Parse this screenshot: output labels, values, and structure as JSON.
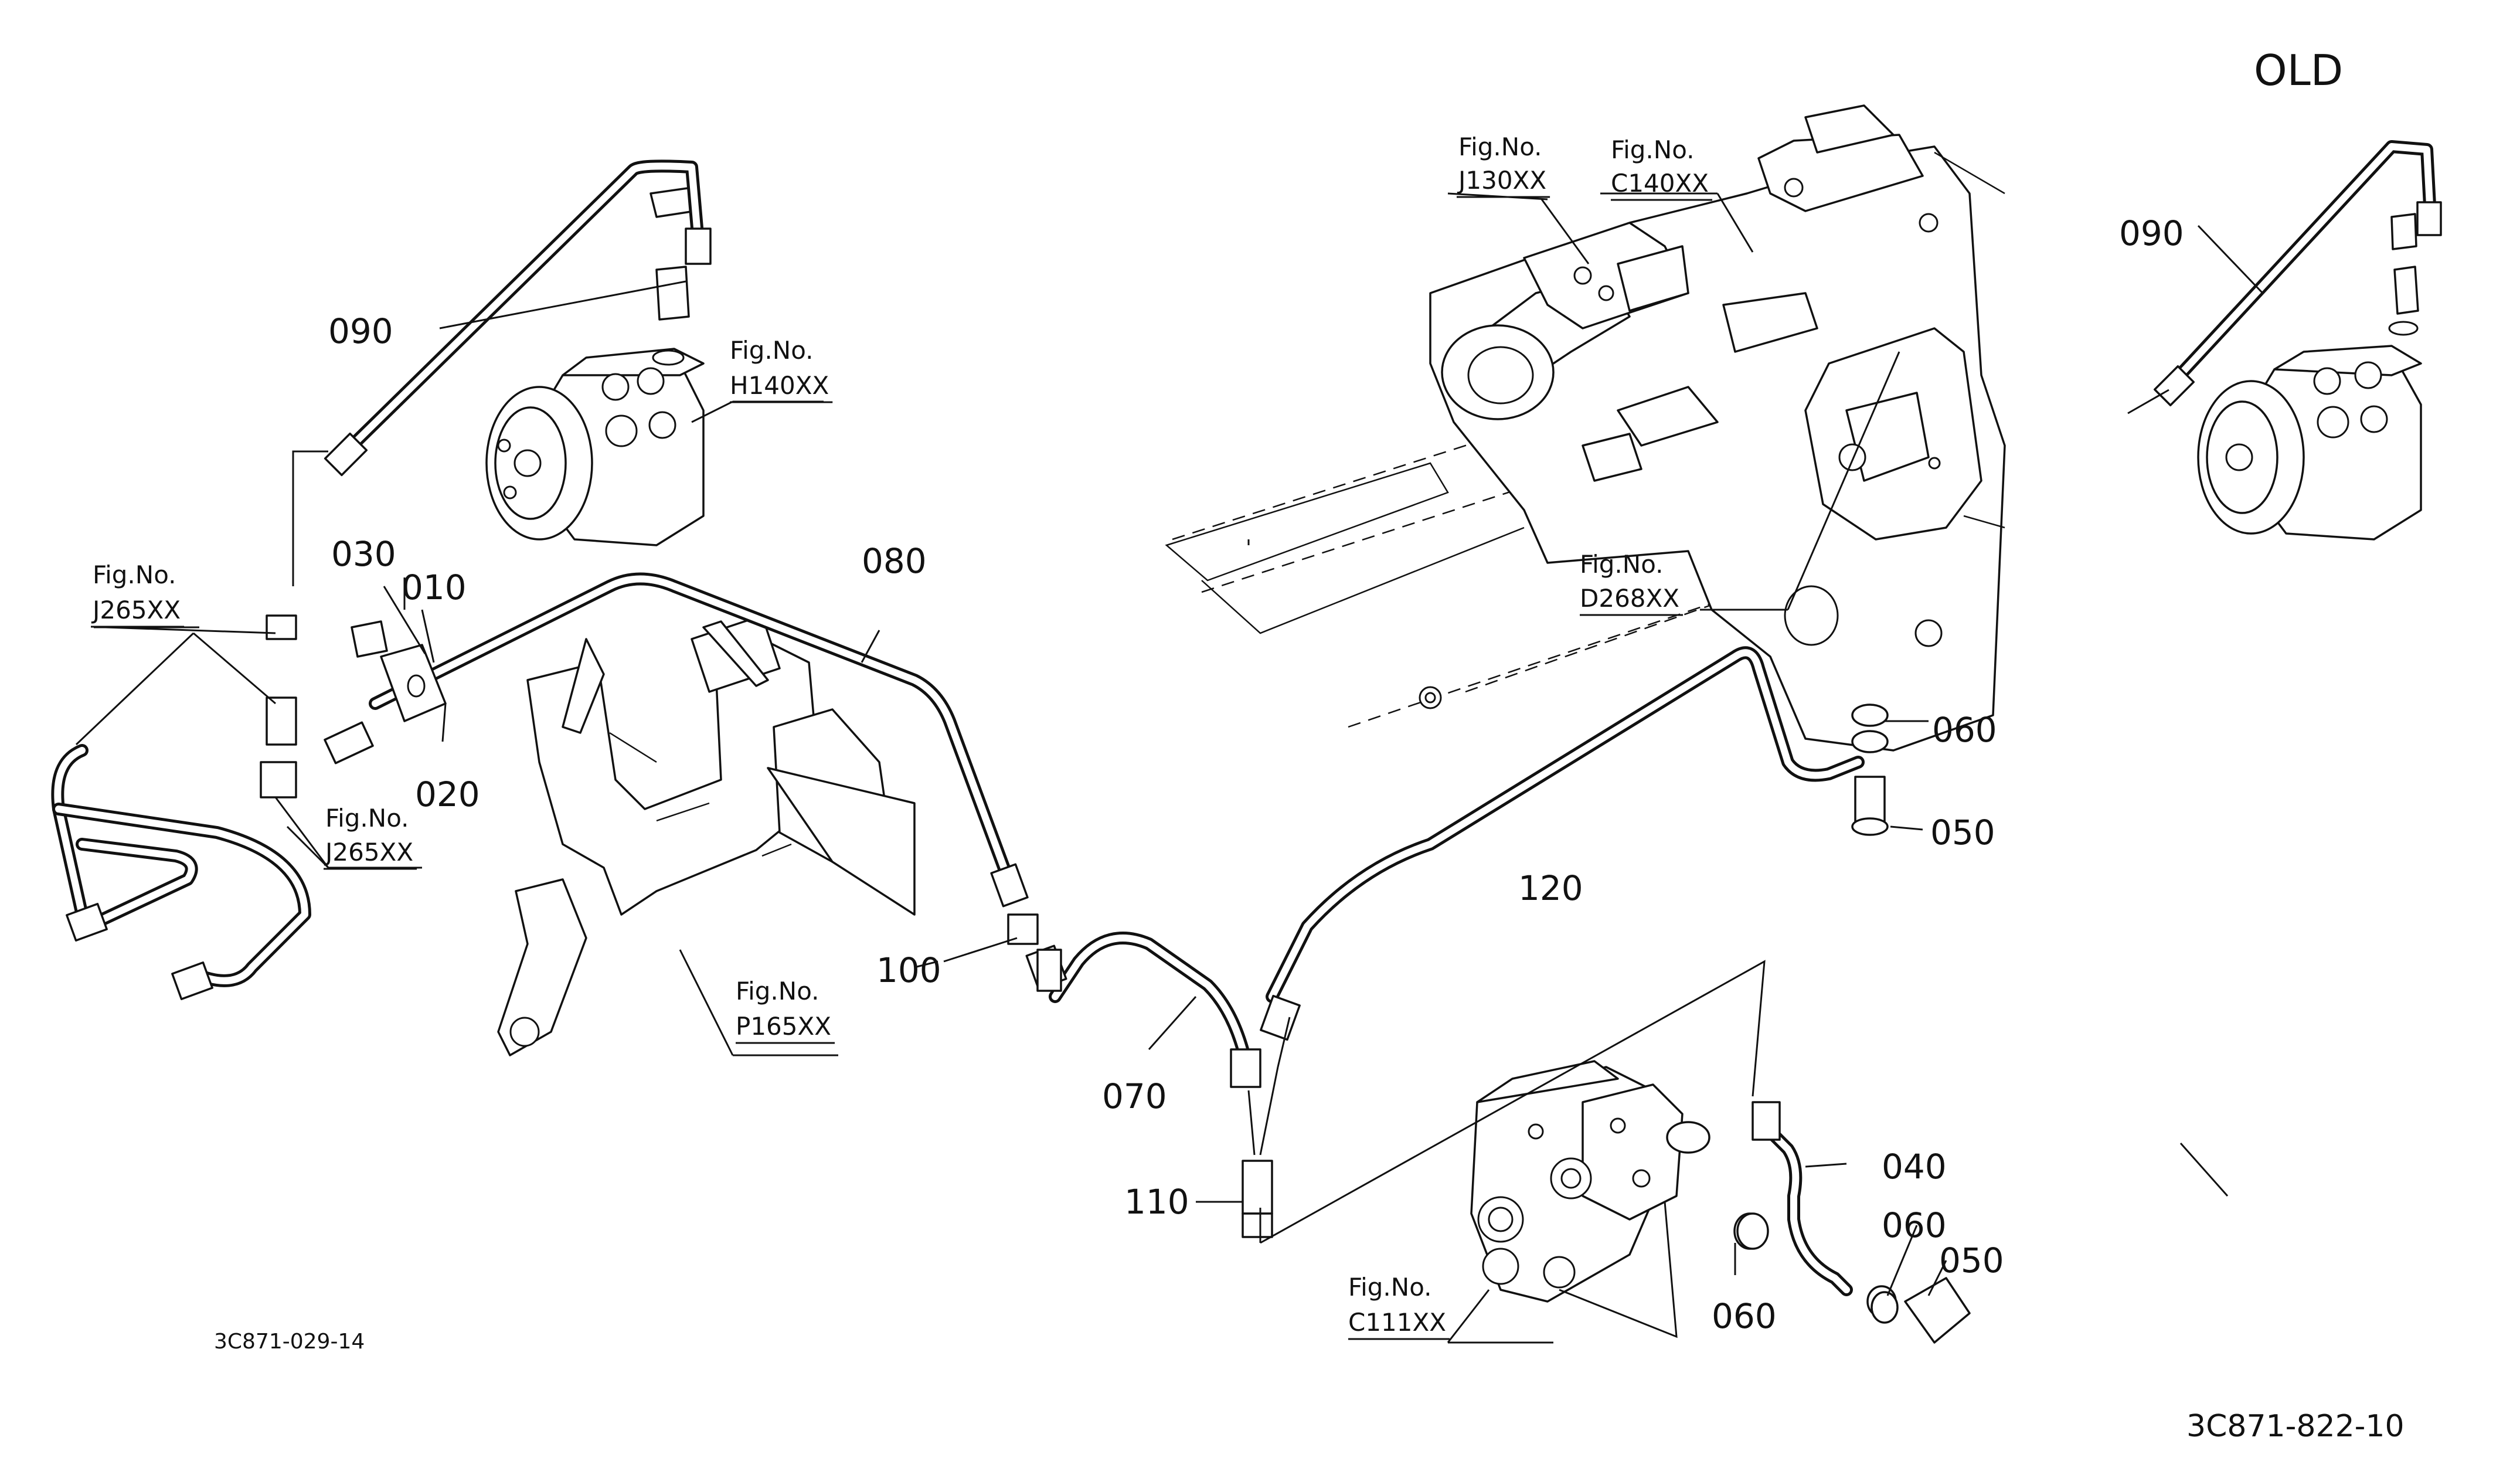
{
  "header": {
    "old_label": "OLD"
  },
  "part_numbers": {
    "p010": "010",
    "p020": "020",
    "p030": "030",
    "p040": "040",
    "p050_a": "050",
    "p050_b": "050",
    "p060_a": "060",
    "p060_b": "060",
    "p060_c": "060",
    "p070": "070",
    "p080": "080",
    "p090": "090",
    "p090_old": "090",
    "p100": "100",
    "p110": "110",
    "p120": "120"
  },
  "figure_refs": [
    {
      "title": "Fig.No.",
      "code": "J130XX"
    },
    {
      "title": "Fig.No.",
      "code": "C140XX"
    },
    {
      "title": "Fig.No.",
      "code": "H140XX"
    },
    {
      "title": "Fig.No.",
      "code": "J265XX"
    },
    {
      "title": "Fig.No.",
      "code": "J265XX"
    },
    {
      "title": "Fig.No.",
      "code": "D268XX"
    },
    {
      "title": "Fig.No.",
      "code": "P165XX"
    },
    {
      "title": "Fig.No.",
      "code": "C111XX"
    }
  ],
  "drawing_codes": {
    "left": "3C871-029-14",
    "main": "3C871-822-10"
  }
}
